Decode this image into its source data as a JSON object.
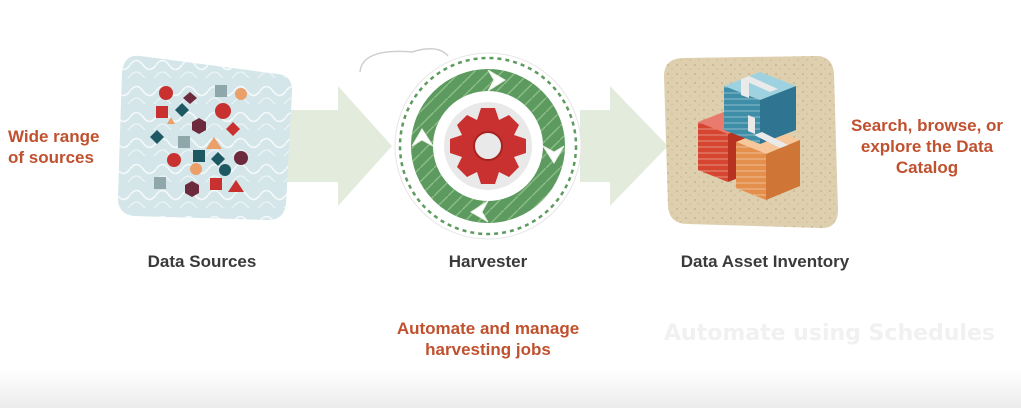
{
  "left_note": [
    "Wide range",
    "of sources"
  ],
  "right_note": [
    "Search, browse, or",
    "explore the Data",
    "Catalog"
  ],
  "stages": {
    "sources": {
      "label": "Data Sources",
      "icon": "data-sources-icon"
    },
    "harvester": {
      "label": "Harvester",
      "icon": "harvester-gear-icon"
    },
    "inventory": {
      "label": "Data Asset Inventory",
      "icon": "data-asset-boxes-icon"
    }
  },
  "harvester_note": [
    "Automate and manage",
    "harvesting jobs"
  ],
  "faded_caption": "Automate using Schedules",
  "colors": {
    "accent": "#c0512f",
    "label": "#3a3a3a",
    "arrow": "#e3ebdd",
    "ring_green": "#5d9a5f",
    "gear_red": "#c8312f",
    "sources_bg": "#d4e6ea",
    "inventory_bg": "#ded0ae"
  }
}
